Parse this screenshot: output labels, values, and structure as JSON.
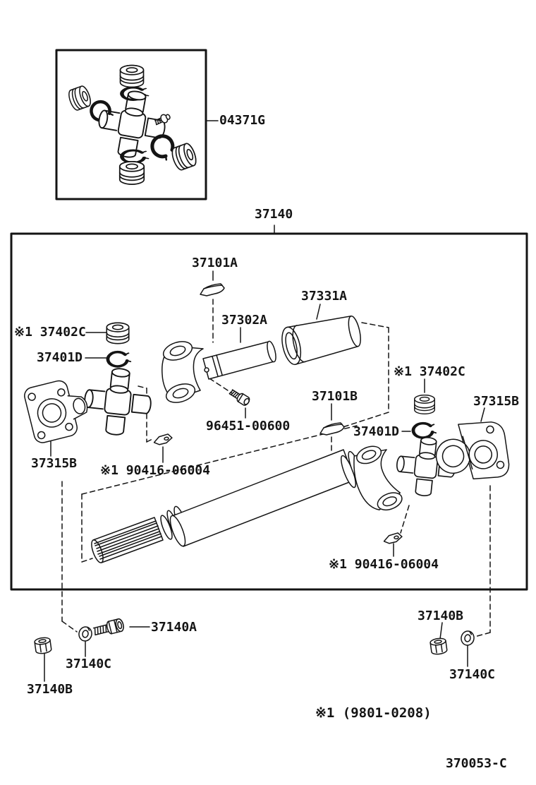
{
  "page": {
    "background": "#ffffff",
    "ink": "#141414"
  },
  "callouts": {
    "kit": {
      "text": "04371G",
      "part": "universal-joint-kit"
    },
    "assembly": {
      "text": "37140",
      "part": "propeller-shaft-assembly"
    },
    "plate_front": {
      "text": "37101A",
      "part": "balance-plate-front"
    },
    "yoke_shaft": {
      "text": "37302A",
      "part": "front-yoke-with-shaft"
    },
    "sleeve": {
      "text": "37331A",
      "part": "spline-sleeve"
    },
    "bearing_left": {
      "text": "※1 37402C",
      "part": "spider-bearing-left"
    },
    "snapring_left": {
      "text": "37401D",
      "part": "snap-ring-left"
    },
    "flange_left": {
      "text": "37315B",
      "part": "flange-left"
    },
    "clip_front": {
      "text": "※1 90416-06004",
      "part": "clip-front"
    },
    "bolt_center": {
      "text": "96451-00600",
      "part": "center-bolt"
    },
    "plate_rear": {
      "text": "37101B",
      "part": "balance-plate-rear"
    },
    "bearing_right": {
      "text": "※1 37402C",
      "part": "spider-bearing-right"
    },
    "snapring_right": {
      "text": "37401D",
      "part": "snap-ring-right"
    },
    "flange_right": {
      "text": "37315B",
      "part": "flange-right"
    },
    "clip_rear": {
      "text": "※1 90416-06004",
      "part": "clip-rear"
    },
    "bolt_a_left": {
      "text": "37140A",
      "part": "flange-bolt"
    },
    "washer_left": {
      "text": "37140C",
      "part": "lock-washer-left"
    },
    "nut_left": {
      "text": "37140B",
      "part": "nut-left"
    },
    "nut_right": {
      "text": "37140B",
      "part": "nut-right"
    },
    "washer_right": {
      "text": "37140C",
      "part": "lock-washer-right"
    }
  },
  "footer": {
    "footnote": "※1 (9801-0208)",
    "doc_code": "370053-C"
  }
}
